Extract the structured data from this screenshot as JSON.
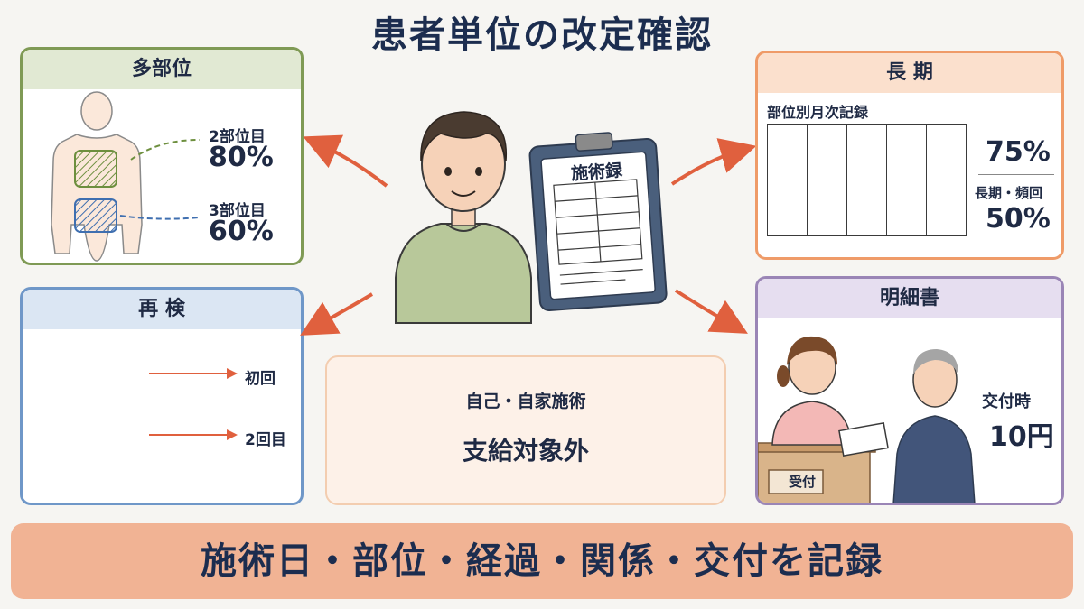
{
  "title": "患者単位の改定確認",
  "multi_site": {
    "heading": "多部位",
    "second": {
      "label": "2部位目",
      "value": "80%"
    },
    "third": {
      "label": "3部位目",
      "value": "60%"
    }
  },
  "recheck": {
    "heading": "再 検",
    "first": "初回",
    "second": "2回目"
  },
  "center": {
    "record_label": "施術録",
    "line1": "自己・自家施術",
    "line2": "支給対象外"
  },
  "long_term": {
    "heading": "長 期",
    "table_label": "部位別月次記録",
    "value1": "75%",
    "label2": "長期・頻回",
    "value2": "50%"
  },
  "statement": {
    "heading": "明細書",
    "desk_label": "受付",
    "label": "交付時",
    "value": "10円"
  },
  "footer": "施術日・部位・経過・関係・交付を記録",
  "colors": {
    "arrow": "#e0603e",
    "multi_border": "#7f9a55",
    "recheck_border": "#6f97c8",
    "long_border": "#ef9b68",
    "statement_border": "#9a85b6"
  }
}
